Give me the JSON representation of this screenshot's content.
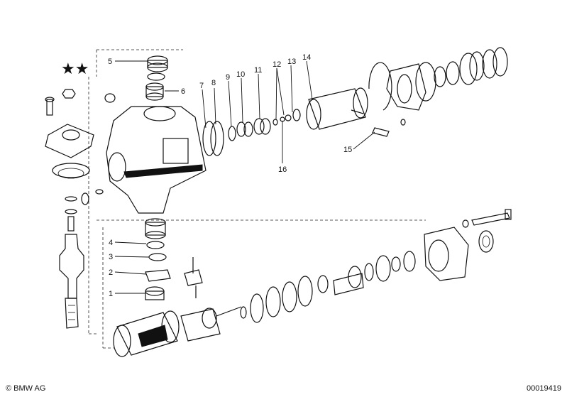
{
  "callouts": [
    {
      "id": "1",
      "label": "1"
    },
    {
      "id": "2",
      "label": "2"
    },
    {
      "id": "3",
      "label": "3"
    },
    {
      "id": "4",
      "label": "4"
    },
    {
      "id": "5",
      "label": "5"
    },
    {
      "id": "6",
      "label": "6"
    },
    {
      "id": "7",
      "label": "7"
    },
    {
      "id": "8",
      "label": "8"
    },
    {
      "id": "9",
      "label": "9"
    },
    {
      "id": "10",
      "label": "10"
    },
    {
      "id": "11",
      "label": "11"
    },
    {
      "id": "12",
      "label": "12"
    },
    {
      "id": "13",
      "label": "13"
    },
    {
      "id": "14",
      "label": "14"
    },
    {
      "id": "15",
      "label": "15"
    },
    {
      "id": "16",
      "label": "16"
    }
  ],
  "marker": "★★",
  "footer": {
    "copyright": "© BMW AG",
    "diagram_id": "00019419"
  }
}
